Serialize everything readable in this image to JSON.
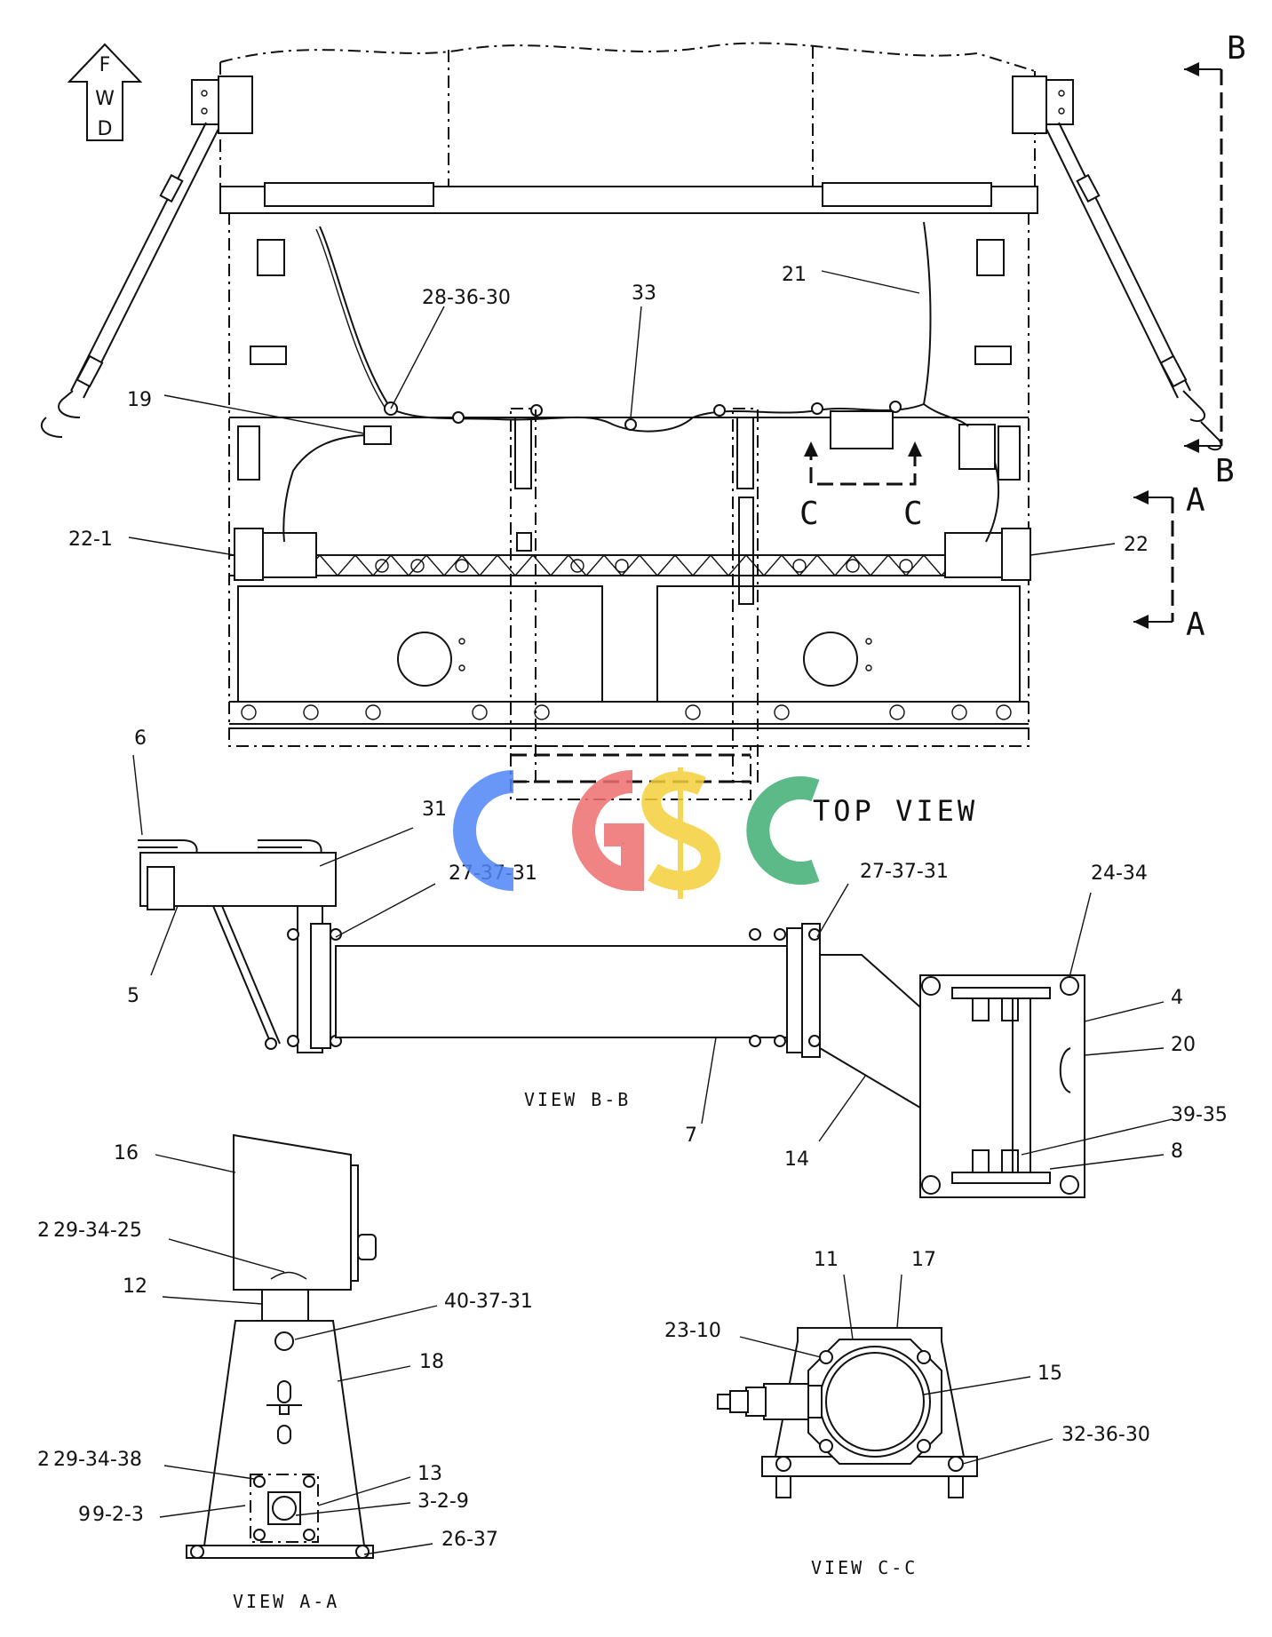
{
  "fwd_arrow": {
    "letters": [
      "F",
      "W",
      "D"
    ]
  },
  "views": {
    "top_view": "TOP VIEW",
    "view_bb": "VIEW B-B",
    "view_aa": "VIEW A-A",
    "view_cc": "VIEW C-C"
  },
  "section_markers": {
    "b_top": "B",
    "b_bottom": "B",
    "a_top": "A",
    "a_bottom": "A",
    "c_left": "C",
    "c_right": "C"
  },
  "watermark": {
    "text": "CGSC",
    "colors": [
      "#4f86f7",
      "#ee6e6e",
      "#f5cf3a",
      "#3fae74"
    ]
  },
  "callouts": {
    "top_view": [
      "28-36-30",
      "33",
      "21",
      "19",
      "22-1",
      "22"
    ],
    "view_bb": [
      "6",
      "31",
      "27-37-31",
      "27-37-31",
      "24-34",
      "5",
      "4",
      "20",
      "39-35",
      "8",
      "7",
      "14"
    ],
    "view_aa": [
      "16",
      "29-34-25",
      "12",
      "40-37-31",
      "18",
      "29-34-38",
      "13",
      "3-2-9",
      "9-2-3",
      "26-37"
    ],
    "view_cc": [
      "11",
      "17",
      "23-10",
      "15",
      "32-36-30"
    ]
  },
  "cut_label_fragments": [
    "2",
    "2",
    "9"
  ]
}
